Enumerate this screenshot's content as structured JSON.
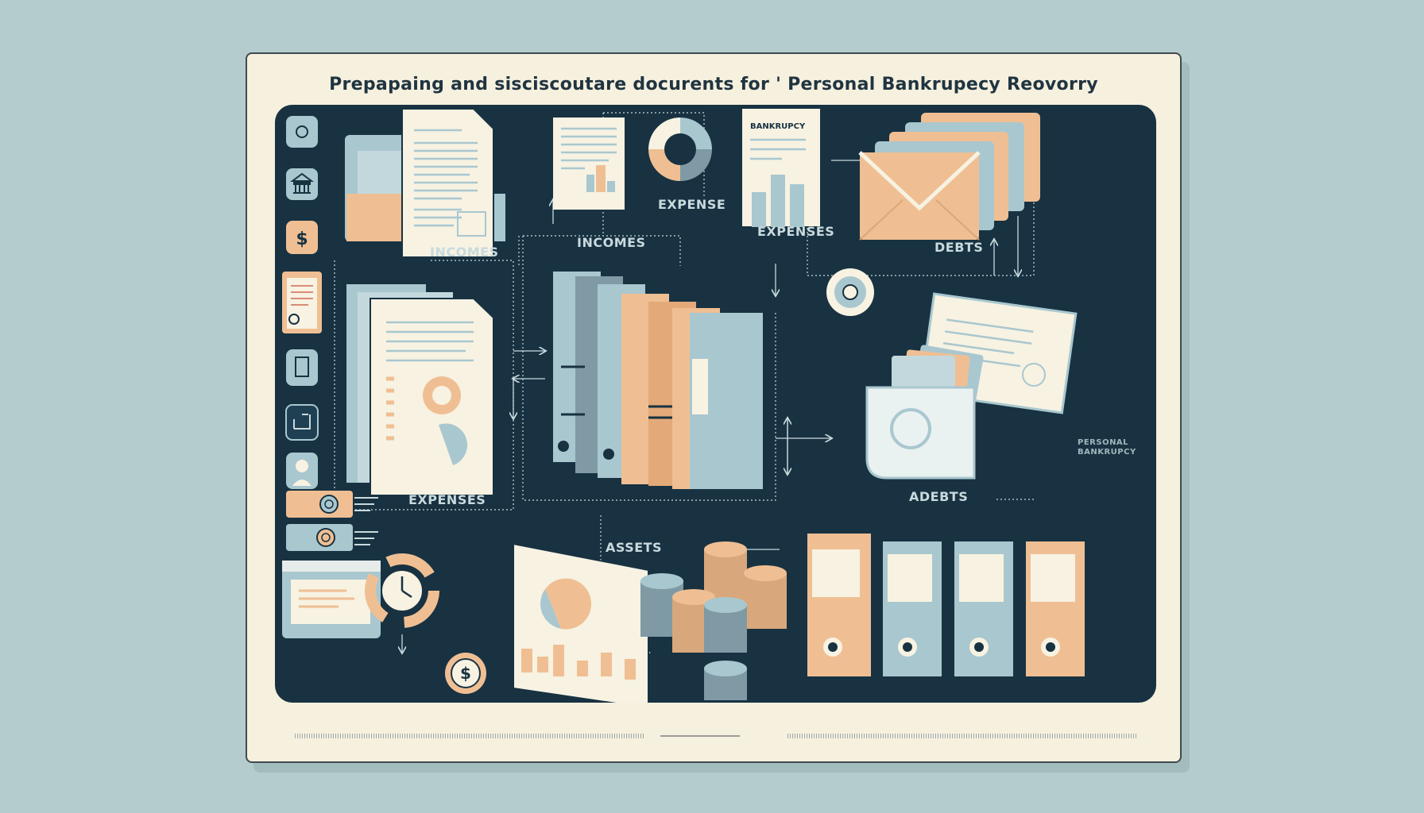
{
  "title": "Prepapaing and sisciscoutare docurents for ' Personal Bankrupecy Reovorry",
  "labels": {
    "incomes_left": "INCOMES",
    "incomes_center": "INCOMES",
    "expense": "EXPENSE",
    "expenses_top": "EXPENSES",
    "debts": "DEBTS",
    "expenses_left": "EXPENSES",
    "assets": "ASSETS",
    "adebts": "ADEBTS",
    "personal_line1": "PERSONAL",
    "personal_line2": "BANKRUPCY",
    "doc_header_bankrupcy": "BANKRUPCY",
    "dollar_sign": "$",
    "dollar_sign_2": "$"
  },
  "colors": {
    "background": "#b4cccd",
    "poster": "#f6f0de",
    "panel": "#183242",
    "peach": "#efbf93",
    "light_blue": "#a9c7cf",
    "paper": "#f7f2e2",
    "line_light": "#c9dadd"
  },
  "icons": [
    "circle-icon",
    "bank-icon",
    "dollar-icon",
    "clipboard-icon",
    "phone-icon",
    "export-icon",
    "person-icon",
    "tag-icon",
    "tag-icon",
    "folder-tray-icon",
    "gear-icon",
    "cycle-clock-icon",
    "dollar-badge-icon",
    "coin-stack-icon",
    "envelope-icon",
    "folder-icon",
    "binder-icon",
    "document-icon",
    "pie-chart-icon",
    "bar-chart-icon",
    "id-card-icon"
  ]
}
